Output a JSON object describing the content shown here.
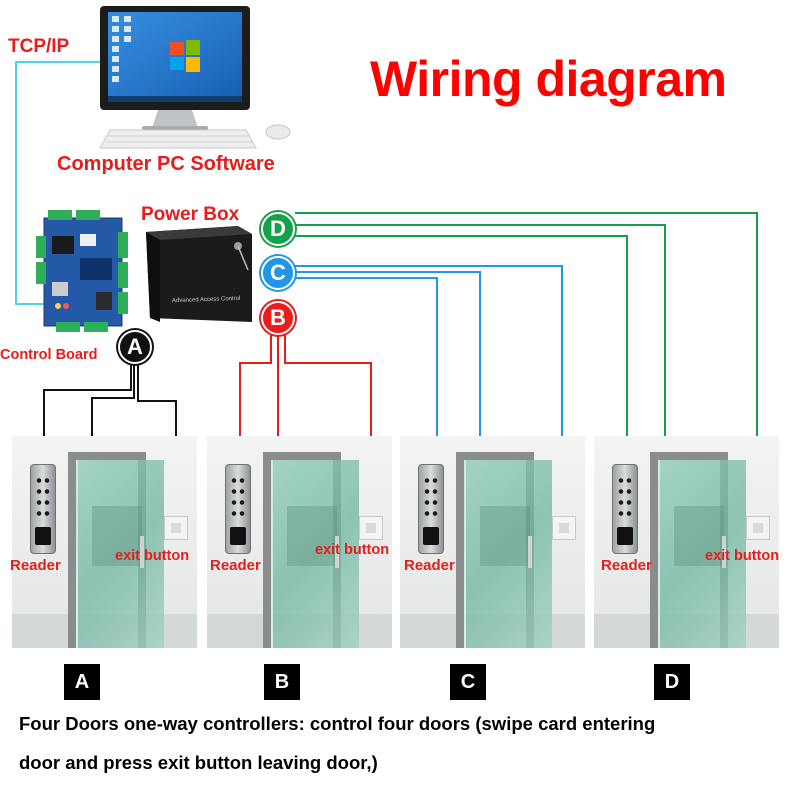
{
  "title": "Wiring diagram",
  "labels": {
    "tcp_ip": "TCP/IP",
    "computer": "Computer PC Software",
    "power_box": "Power Box",
    "power_box_front": "Advanced Access Control",
    "control_board": "Control Board",
    "reader": "Reader",
    "exit_button": "exit button"
  },
  "badges": {
    "a": "A",
    "b": "B",
    "c": "C",
    "d": "D"
  },
  "doors": [
    "A",
    "B",
    "C",
    "D"
  ],
  "footer": {
    "line1": "Four Doors one-way controllers: control four doors (swipe card entering",
    "line2": "door and press exit button leaving door,)"
  },
  "colors": {
    "title": "#ff0000",
    "wire_a": "#111111",
    "wire_b": "#ea1c1c",
    "wire_c": "#2196e8",
    "wire_d": "#17a04a",
    "tcp_wire": "#4fd3e6"
  }
}
